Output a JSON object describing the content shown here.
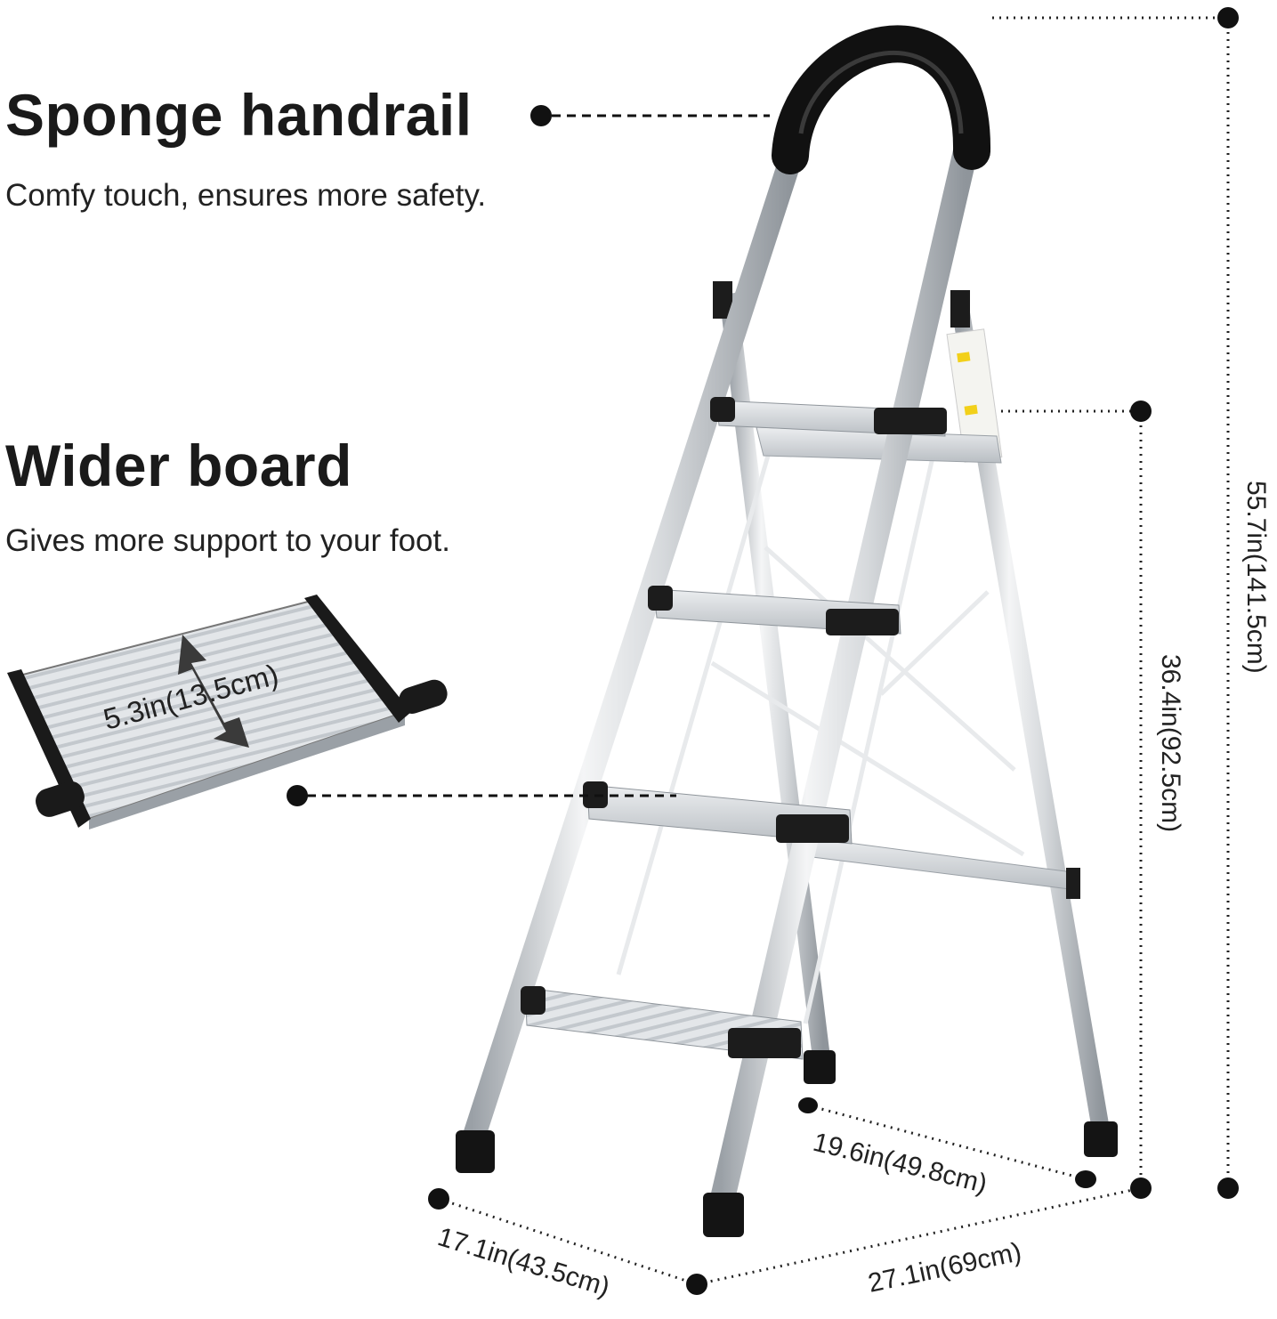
{
  "features": [
    {
      "title": "Sponge handrail",
      "subtitle": "Comfy touch, ensures more safety."
    },
    {
      "title": "Wider board",
      "subtitle": "Gives more support to your foot."
    }
  ],
  "step_inset": {
    "width_label": "5.3in(13.5cm)"
  },
  "dimensions": {
    "total_height": "55.7in(141.5cm)",
    "platform_height": "36.4in(92.5cm)",
    "back_depth": "19.6in(49.8cm)",
    "front_width": "17.1in(43.5cm)",
    "base_depth": "27.1in(69cm)"
  },
  "colors": {
    "frame": "#c9ccd0",
    "grip": "#111111",
    "text": "#1a1a1a"
  }
}
